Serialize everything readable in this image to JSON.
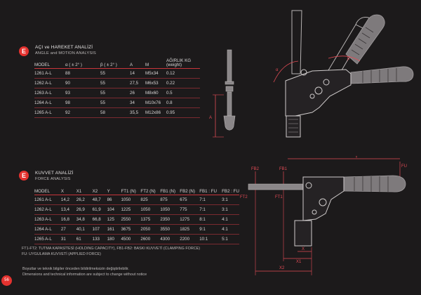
{
  "angle_section": {
    "title": "AÇI ve HAREKET ANALİZİ",
    "subtitle": "ANGLE and MOTION ANALYSIS",
    "headers": [
      "MODEL",
      "α ( ± 2° )",
      "β ( ± 2° )",
      "A",
      "M",
      "AĞIRLIK KG\n(weight)"
    ],
    "rows": [
      [
        "1261 A-L",
        "88",
        "55",
        "14",
        "M5x34",
        "0.12"
      ],
      [
        "1262 A-L",
        "90",
        "55",
        "27,5",
        "M6x53",
        "0.22"
      ],
      [
        "1263 A-L",
        "93",
        "55",
        "26",
        "M8x60",
        "0.5"
      ],
      [
        "1264 A-L",
        "98",
        "55",
        "34",
        "M10x76",
        "0.8"
      ],
      [
        "1265 A-L",
        "92",
        "58",
        "35,5",
        "M12x86",
        "0.95"
      ]
    ]
  },
  "force_section": {
    "title": "KUVVET ANALİZİ",
    "subtitle": "FORCE ANALYSIS",
    "headers": [
      "MODEL",
      "X",
      "X1",
      "X2",
      "Y",
      "FT1 (N)",
      "FT2 (N)",
      "FB1 (N)",
      "FB2 (N)",
      "FB1 : FU",
      "FB2 : FU"
    ],
    "rows": [
      [
        "1261 A-L",
        "14,2",
        "26,2",
        "48,7",
        "86",
        "1050",
        "825",
        "875",
        "675",
        "7:1",
        "3:1"
      ],
      [
        "1262 A-L",
        "13,4",
        "26,9",
        "61,9",
        "104",
        "1225",
        "1050",
        "1050",
        "775",
        "7:1",
        "3:1"
      ],
      [
        "1263 A-L",
        "16,8",
        "34,8",
        "66,8",
        "125",
        "2550",
        "1375",
        "2350",
        "1275",
        "8:1",
        "4:1"
      ],
      [
        "1264 A-L",
        "27",
        "40,1",
        "107",
        "161",
        "3675",
        "2050",
        "3550",
        "1825",
        "9:1",
        "4:1"
      ],
      [
        "1265 A-L",
        "31",
        "61",
        "133",
        "180",
        "4500",
        "2600",
        "4300",
        "2200",
        "10:1",
        "5:1"
      ]
    ]
  },
  "footnotes": {
    "forces_tr": "FT1-FT2: TUTMA KAPASİTESİ (HOLDING CAPACITY), FB1-FB2: BASKI KUVVETİ (CLAMPING FORCE)",
    "fu": "FU: UYGULAMA KUVVETİ (APPLIED FORCE)",
    "notice_tr": "Boyutlar ve teknik bilgiler önceden bildirilmeksizin değiştirilebilir.",
    "notice_en": "Dimensions and technical information are subject to change without notice"
  },
  "page_number": "56",
  "drawing_labels": {
    "alpha": "α",
    "beta": "β",
    "a": "A",
    "fb2": "FB2",
    "fb1": "FB1",
    "fu": "FU",
    "ft2": "FT2",
    "ft1": "FT1",
    "y": "Y",
    "x": "X",
    "x1": "X1",
    "x2": "X2"
  },
  "colors": {
    "background": "#1c1a1b",
    "accent": "#e4322f",
    "dimension_lines": "#e04b55"
  }
}
